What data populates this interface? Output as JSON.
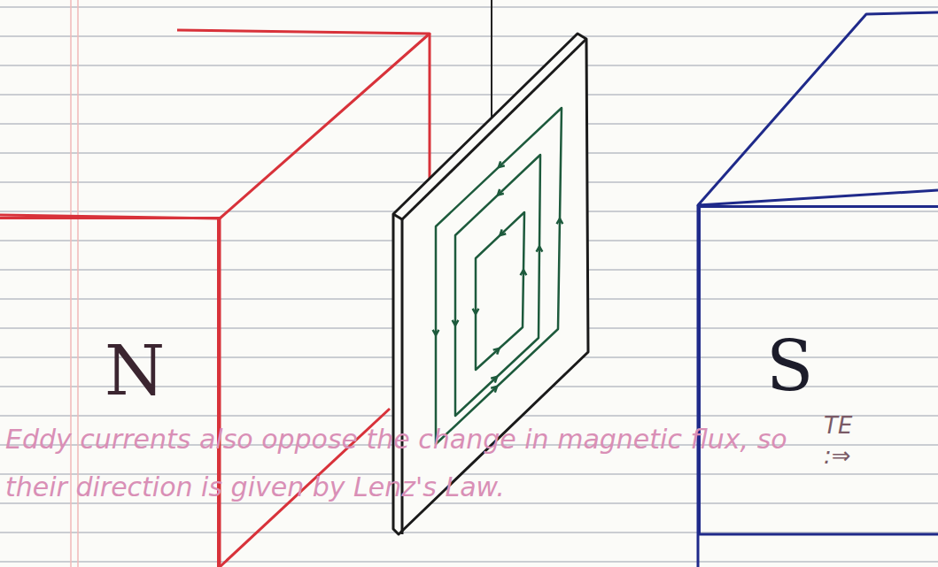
{
  "diagram": {
    "nodes": [
      {
        "text": [
          "N"
        ]
      },
      {
        "text": [
          "S"
        ]
      }
    ],
    "labels": [
      "TE :⇒",
      "Eddy currents also oppose the change in magnetic flux, so their direction is given by Lenz's Law."
    ]
  }
}
